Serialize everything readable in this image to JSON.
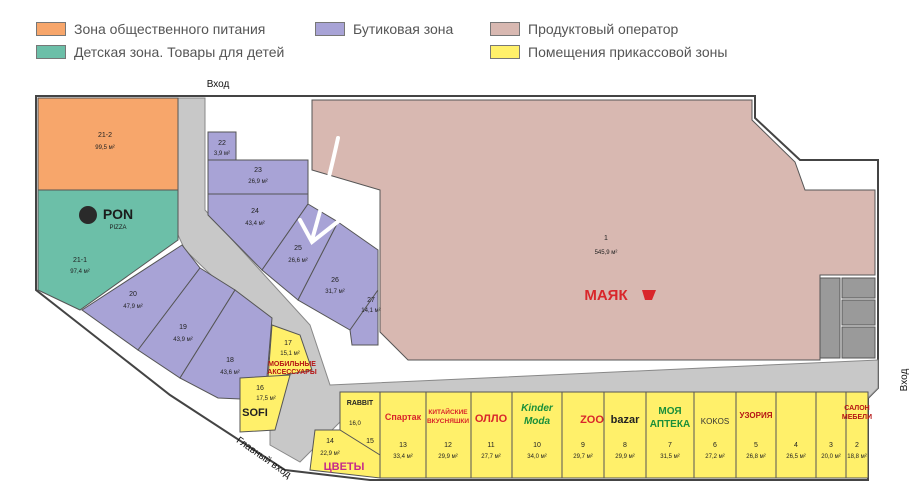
{
  "legend": [
    {
      "label": "Зона общественного питания",
      "color": "#f7a66b"
    },
    {
      "label": "Детская зона. Товары для детей",
      "color": "#6cbfa8"
    },
    {
      "label": "Бутиковая зона",
      "color": "#a8a3d6"
    },
    {
      "label": "Продуктовый оператор",
      "color": "#d8b8b1"
    },
    {
      "label": "Помещения прикассовой зоны",
      "color": "#fff06a"
    }
  ],
  "entrances": {
    "top": "Вход",
    "right": "Вход",
    "main": "Главный вход"
  },
  "units": [
    {
      "no": "21-2",
      "area": "99,5 м²"
    },
    {
      "no": "21-1",
      "area": "97,4 м²",
      "brand": "PON",
      "brand_sub": "PIZZA"
    },
    {
      "no": "22",
      "area": "3,9 м²"
    },
    {
      "no": "23",
      "area": "26,9 м²"
    },
    {
      "no": "24",
      "area": "43,4 м²"
    },
    {
      "no": "25",
      "area": "26,6 м²"
    },
    {
      "no": "26",
      "area": "31,7 м²"
    },
    {
      "no": "27",
      "area": "14,1 м²"
    },
    {
      "no": "20",
      "area": "47,9 м²"
    },
    {
      "no": "19",
      "area": "43,9 м²"
    },
    {
      "no": "18",
      "area": "43,6 м²"
    },
    {
      "no": "17",
      "area": "15,1 м²",
      "brand": "МОБИЛЬНЫЕ",
      "brand_sub": "АКСЕССУАРЫ"
    },
    {
      "no": "16",
      "area": "17,5 м²",
      "brand": "SOFI"
    },
    {
      "no": "15",
      "area": "16,0",
      "brand": "RABBIT"
    },
    {
      "no": "14",
      "area": "22,9 м²",
      "brand": "ЦВЕТЫ"
    },
    {
      "no": "13",
      "area": "33,4 м²",
      "brand": "Спартак"
    },
    {
      "no": "12",
      "area": "29,9 м²",
      "brand": "КИТАЙСКИЕ",
      "brand_sub": "ВКУСНЯШКИ"
    },
    {
      "no": "11",
      "area": "27,7 м²",
      "brand": "ОЛЛО"
    },
    {
      "no": "10",
      "area": "34,0 м²",
      "brand": "Kinder",
      "brand_sub": "Moda"
    },
    {
      "no": "9",
      "area": "29,7 м²",
      "brand": "ZOO"
    },
    {
      "no": "8",
      "area": "29,9 м²",
      "brand": "bazar"
    },
    {
      "no": "7",
      "area": "31,5 м²",
      "brand": "МОЯ",
      "brand_sub": "АПТЕКА"
    },
    {
      "no": "6",
      "area": "27,2 м²",
      "brand": "KOKOS"
    },
    {
      "no": "5",
      "area": "26,8 м²",
      "brand": "УЗОРИЯ"
    },
    {
      "no": "4",
      "area": "26,5 м²"
    },
    {
      "no": "3",
      "area": "20,0 м²"
    },
    {
      "no": "2",
      "area": "18,8 м²",
      "brand": "САЛОН",
      "brand_sub": "МЕБЕЛИ"
    },
    {
      "no": "1",
      "area": "545,9 м²",
      "brand": "МАЯК"
    }
  ]
}
